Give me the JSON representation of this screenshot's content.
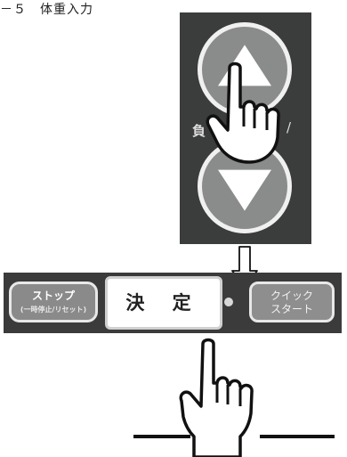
{
  "caption": "－５　体重入力",
  "upper_panel": {
    "up_button_icon": "triangle-up-icon",
    "down_button_icon": "triangle-down-icon",
    "side_label_left": "負",
    "side_label_right": "/"
  },
  "lower_panel": {
    "stop_label": "ストップ",
    "stop_sub_label": "(一時停止/リセット)",
    "decide_label": "決 定",
    "quick_line1": "クイック",
    "quick_line2": "スタート"
  },
  "icons": {
    "hand_top": "pointing-hand-icon",
    "hand_bottom": "pointing-hand-icon",
    "arrow": "down-arrow-icon"
  }
}
